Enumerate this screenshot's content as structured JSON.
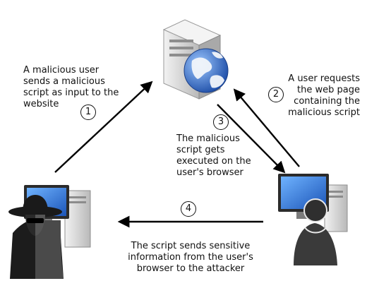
{
  "steps": [
    {
      "number": "1",
      "text": [
        "A malicious user",
        "sends a malicious",
        "script as input to the",
        "website"
      ]
    },
    {
      "number": "2",
      "text": [
        "A user requests",
        "the web page",
        "containing the",
        "malicious script"
      ]
    },
    {
      "number": "3",
      "text": [
        "The malicious",
        "script gets",
        "executed on the",
        "user's browser"
      ]
    },
    {
      "number": "4",
      "text": [
        "The script sends sensitive",
        "information from the user's",
        "browser to the attacker"
      ]
    }
  ],
  "nodes": {
    "server": {
      "icon": "web-server-globe-icon"
    },
    "attacker": {
      "icon": "hacker-computer-icon"
    },
    "user": {
      "icon": "user-computer-icon"
    }
  },
  "colors": {
    "arrow": "#000000",
    "screen": "#1f6fd8",
    "server_body": "#d7d7d7",
    "globe": "#3b73c6",
    "person": "#3a3a3a"
  }
}
